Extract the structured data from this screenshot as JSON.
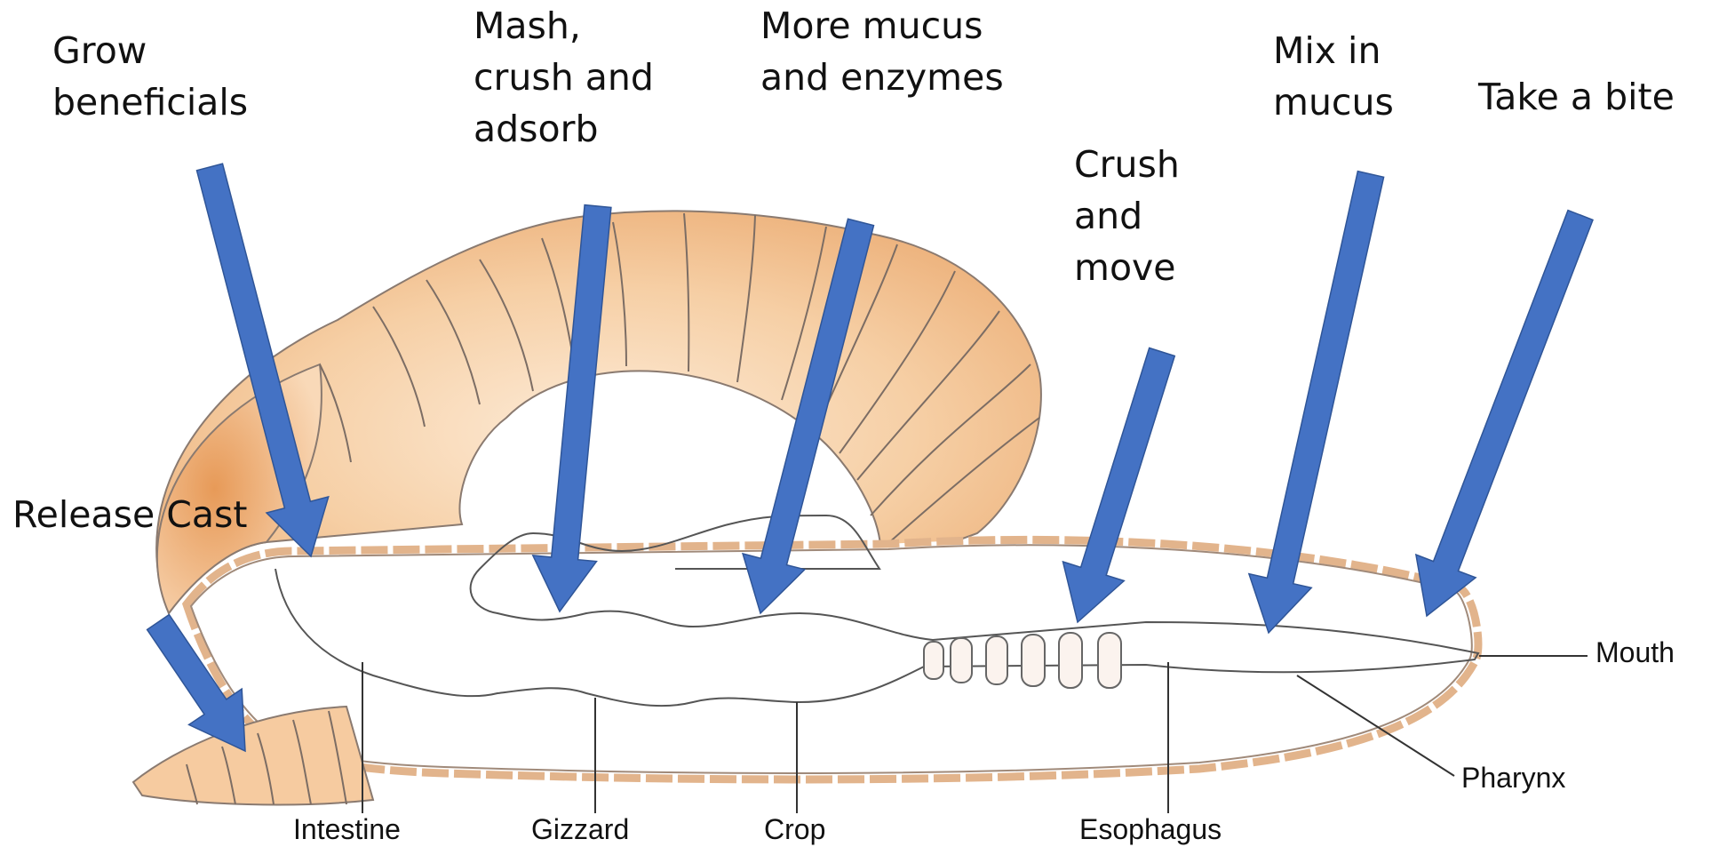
{
  "step_labels": {
    "grow": "Grow\nbeneficials",
    "mash": "Mash,\ncrush and\nadsorb",
    "more_mucus": "More mucus\nand enzymes",
    "crush_move": "Crush\nand\nmove",
    "mix_mucus": "Mix in\nmucus",
    "take_bite": "Take a bite",
    "release_cast": "Release Cast"
  },
  "part_labels": {
    "intestine": "Intestine",
    "gizzard": "Gizzard",
    "crop": "Crop",
    "esophagus": "Esophagus",
    "mouth": "Mouth",
    "pharynx": "Pharynx"
  },
  "colors": {
    "arrow": "#4472C4",
    "body_light": "#F8D4AE",
    "body_dark": "#E9A56C",
    "outline": "#E2B48C",
    "line": "#333333"
  }
}
